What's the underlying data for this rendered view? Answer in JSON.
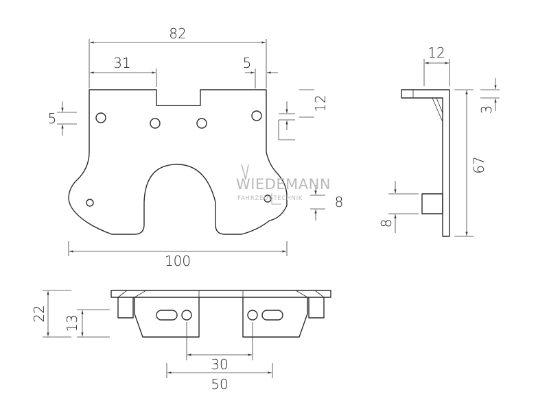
{
  "drawing": {
    "front_view": {
      "overall_width": "82",
      "slot_offset": "31",
      "right_offset": "5",
      "hole_vertical": "5",
      "slot_depth": "12",
      "base_width": "100",
      "notch_height": "8"
    },
    "side_view": {
      "flange_width": "12",
      "thickness": "3",
      "height": "67",
      "tab_height": "8"
    },
    "bottom_view": {
      "total_height": "22",
      "tab_height": "13",
      "inner_spacing": "30",
      "outer_spacing": "50"
    }
  },
  "watermark": {
    "brand": "WIEDEMANN",
    "subtitle": "FAHRZEUGTECHNIK",
    "color": "#b9b9b9"
  }
}
